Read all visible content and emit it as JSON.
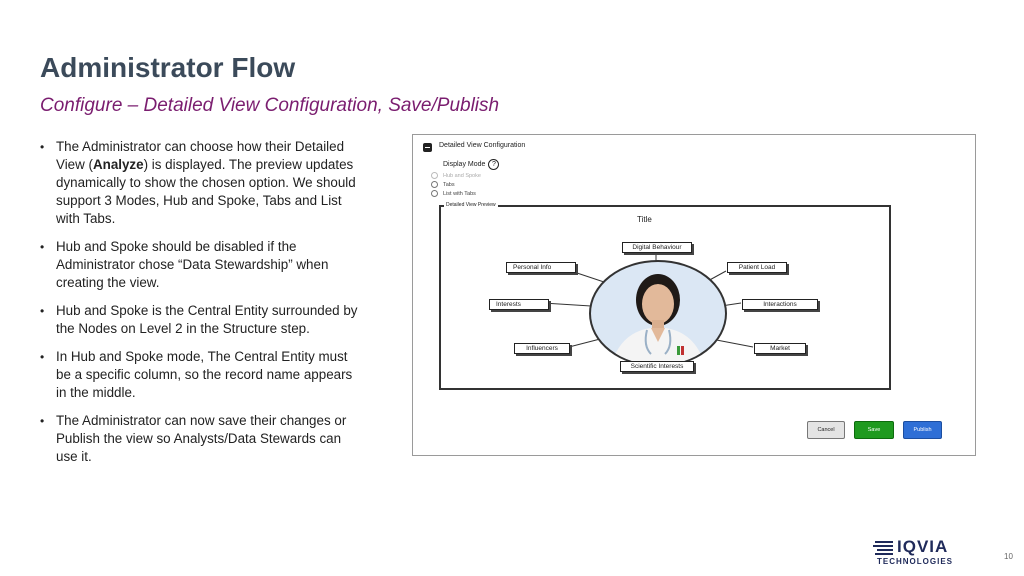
{
  "slide": {
    "title": "Administrator Flow",
    "subtitle": "Configure – Detailed View Configuration, Save/Publish",
    "page_number": "10"
  },
  "bullets": [
    {
      "pre": "The Administrator can choose how their Detailed View (",
      "bold": "Analyze",
      "post": ") is displayed. The preview updates dynamically to show the chosen option. We should support 3 Modes, Hub and Spoke, Tabs and List with Tabs."
    },
    {
      "text": "Hub and Spoke should be disabled if the Administrator chose “Data Stewardship” when creating the view."
    },
    {
      "text": "Hub and Spoke is the Central Entity surrounded by the Nodes on Level 2 in the Structure step."
    },
    {
      "text": "In Hub and Spoke mode, The Central Entity must be a specific column, so the record name appears in the middle."
    },
    {
      "text": "The Administrator can now save their changes or Publish the view so Analysts/Data Stewards can use it."
    }
  ],
  "mockup": {
    "heading": "Detailed View Configuration",
    "display_mode_label": "Display Mode",
    "help_glyph": "?",
    "options": [
      "Hub and Spoke",
      "Tabs",
      "List with Tabs"
    ],
    "preview_legend": "Detailed View Preview",
    "preview_title": "Title",
    "nodes": {
      "digital_behaviour": "Digital Behaviour",
      "personal_info": "Personal Info",
      "patient_load": "Patient Load",
      "interests": "Interests",
      "interactions": "Interactions",
      "influencers": "Influencers",
      "market": "Market",
      "scientific_interests": "Scientific Interests"
    },
    "buttons": {
      "cancel": "Cancel",
      "save": "Save",
      "publish": "Publish"
    }
  },
  "logo": {
    "top": "IQVIA",
    "bottom": "TECHNOLOGIES"
  },
  "colors": {
    "title": "#3b4a5a",
    "subtitle": "#7a1d6f",
    "save": "#1f9a1f",
    "publish": "#2f6fd6",
    "logo": "#1f2a5a"
  },
  "icons": {
    "collapse": "minus-square-icon",
    "help": "question-circle-icon",
    "hub_photo": "person-avatar-icon",
    "logo_mark": "iqvia-stripes-icon"
  }
}
